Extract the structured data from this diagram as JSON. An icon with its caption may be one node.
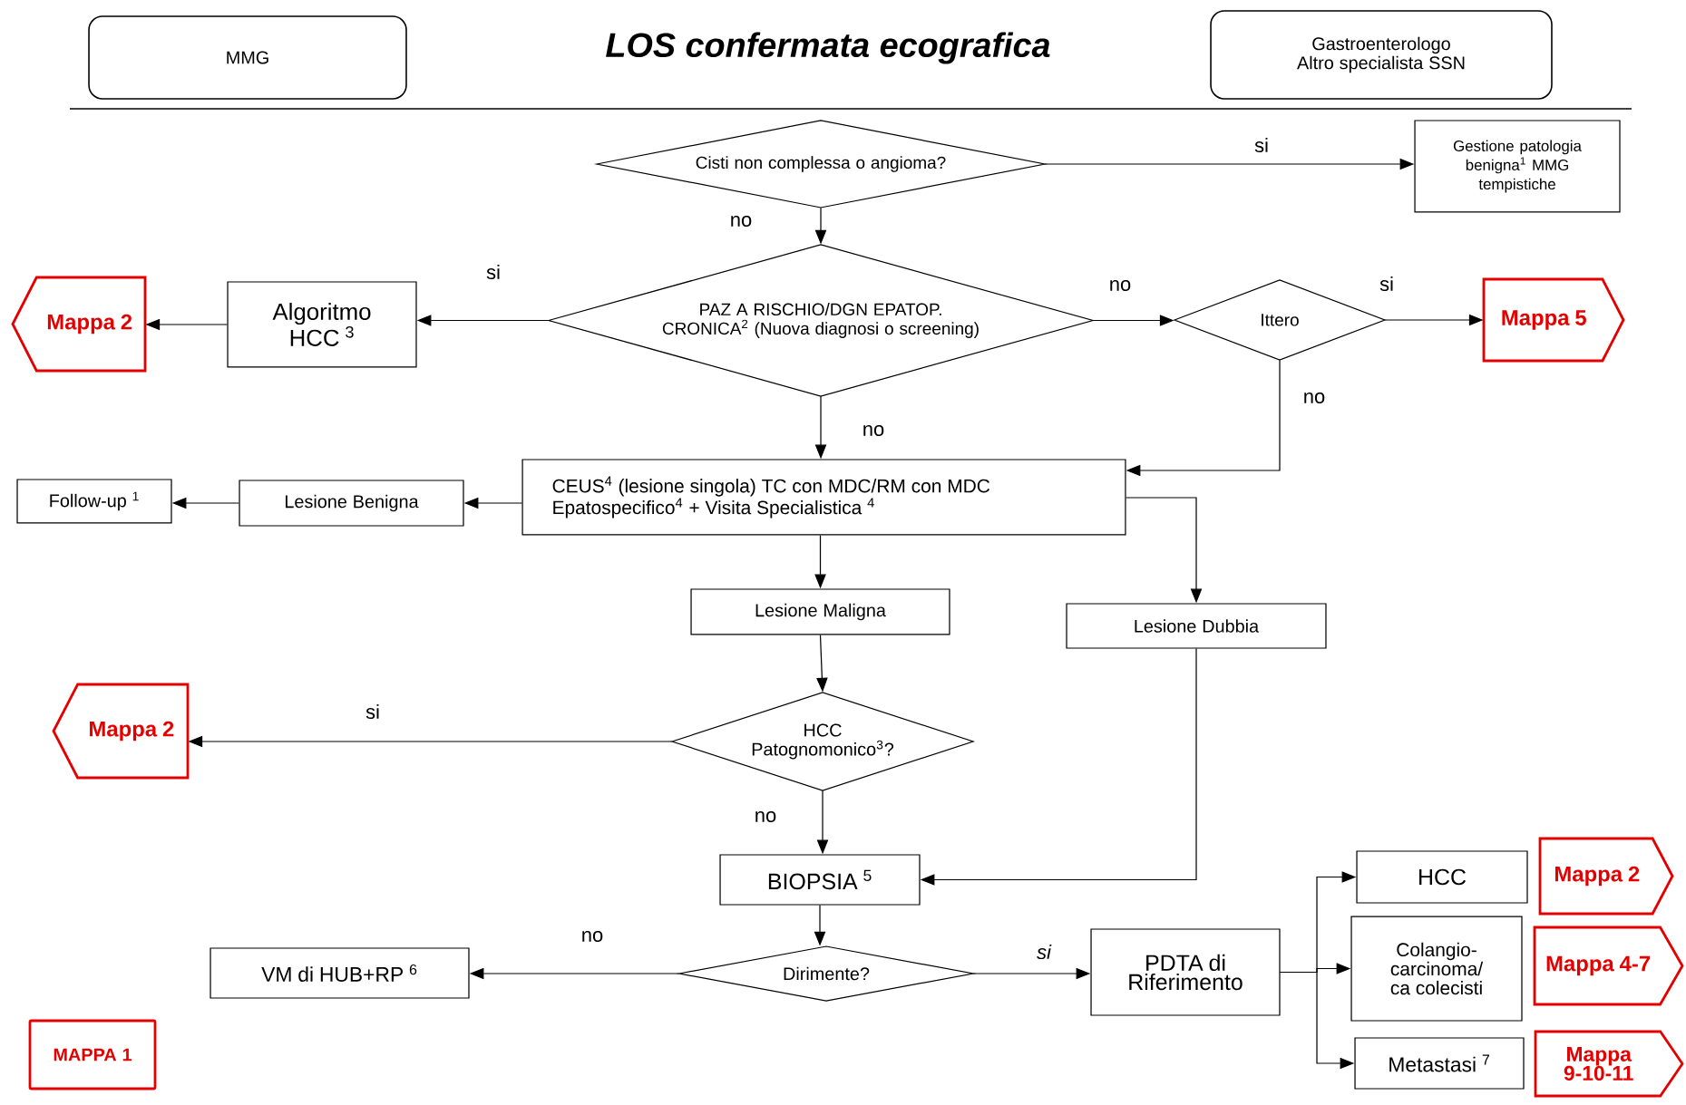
{
  "diagram": {
    "title": "LOS confermata ecografica",
    "nodes": [
      {
        "text": [
          "MMG"
        ]
      },
      {
        "text": [
          "Gastroenterologo Altro specialista SSN"
        ]
      },
      {
        "text": [
          "Cisti non complessa o angioma?"
        ]
      },
      {
        "text": [
          "Gestione patologia benigna$^{1}$ MMG tempistiche"
        ]
      },
      {
        "text": [
          "PAZ A RISCHIO/DGN EPATOP. CRONICA$^{2}$ (Nuova diagnosi o screening)"
        ]
      },
      {
        "text": [
          "Algoritmo HCC $^{3}$"
        ]
      },
      {
        "text": [
          "Mappa 2"
        ]
      },
      {
        "text": [
          "Ittero"
        ]
      },
      {
        "text": [
          "Mappa 5"
        ]
      },
      {
        "text": [
          "CEUS$^{4}$ (lesione singola) TC con MDC/RM con MDC Epatospecifico$^{4}$ + Visita Specialistica $^{4}$"
        ]
      },
      {
        "text": [
          "Lesione Benigna"
        ]
      },
      {
        "text": [
          "Follow-up $^{1}$"
        ]
      },
      {
        "text": [
          "Lesione Maligna"
        ]
      },
      {
        "text": [
          "Lesione Dubbia"
        ]
      },
      {
        "text": [
          "HCC Patognomonico$^{3}$?"
        ]
      },
      {
        "text": [
          "Mappa 2"
        ]
      },
      {
        "text": [
          "BIOPSIA $^{5}$"
        ]
      },
      {
        "text": [
          "Dirimente?"
        ]
      },
      {
        "text": [
          "VM di HUB+RP $^{6}$"
        ]
      },
      {
        "text": [
          "PDTA di Riferimento"
        ]
      },
      {
        "text": [
          "HCC"
        ]
      },
      {
        "text": [
          "Colangio- carcinoma/ ca colecisti"
        ]
      },
      {
        "text": [
          "Metastasi $^{7}$"
        ]
      },
      {
        "text": [
          "Mappa 2"
        ]
      },
      {
        "text": [
          "Mappa 4-7"
        ]
      },
      {
        "text": [
          "Mappa 9-10-11"
        ]
      },
      {
        "text": [
          "MAPPA 1"
        ]
      }
    ],
    "edges": [
      {
        "from": 2,
        "to": 3,
        "arrow": "to",
        "label": "si"
      },
      {
        "from": 2,
        "to": 4,
        "arrow": "to",
        "label": "no"
      },
      {
        "from": 4,
        "to": 5,
        "arrow": "to",
        "label": "si"
      },
      {
        "from": 5,
        "to": 6,
        "arrow": "to"
      },
      {
        "from": 4,
        "to": 7,
        "arrow": "to",
        "label": "no"
      },
      {
        "from": 7,
        "to": 8,
        "arrow": "to",
        "label": "si"
      },
      {
        "from": 7,
        "to": 9,
        "arrow": "to",
        "label": "no"
      },
      {
        "from": 4,
        "to": 9,
        "arrow": "to",
        "label": "no"
      },
      {
        "from": 9,
        "to": 10,
        "arrow": "to"
      },
      {
        "from": 10,
        "to": 11,
        "arrow": "to"
      },
      {
        "from": 9,
        "to": 12,
        "arrow": "to"
      },
      {
        "from": 9,
        "to": 13,
        "arrow": "to"
      },
      {
        "from": 12,
        "to": 14,
        "arrow": "to"
      },
      {
        "from": 14,
        "to": 15,
        "arrow": "to",
        "label": "si"
      },
      {
        "from": 14,
        "to": 16,
        "arrow": "to",
        "label": "no"
      },
      {
        "from": 13,
        "to": 16,
        "arrow": "to"
      },
      {
        "from": 16,
        "to": 17,
        "arrow": "to"
      },
      {
        "from": 17,
        "to": 18,
        "arrow": "to",
        "label": "no"
      },
      {
        "from": 17,
        "to": 19,
        "arrow": "to",
        "label": "si"
      },
      {
        "from": 19,
        "to": 20,
        "arrow": "to"
      },
      {
        "from": 19,
        "to": 21,
        "arrow": "to"
      },
      {
        "from": 19,
        "to": 22,
        "arrow": "to"
      }
    ]
  }
}
